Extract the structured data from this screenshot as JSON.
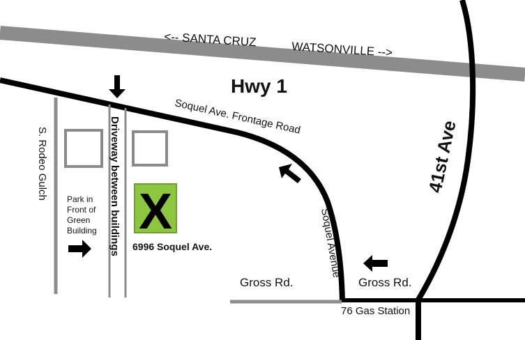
{
  "labels": {
    "santa_cruz": "<-- SANTA CRUZ",
    "watsonville": "WATSONVILLE -->",
    "hwy1": "Hwy 1",
    "frontage_road": "Soquel Ave. Frontage Road",
    "ave_41st": "41st Ave",
    "s_rodeo_gulch": "S. Rodeo Gulch",
    "driveway": "Driveway between buildings",
    "park_note": [
      "Park in",
      "Front of",
      "Green",
      "Building"
    ],
    "address": "6996 Soquel Ave.",
    "soquel_avenue": "Soquel Avenue",
    "gross_rd_left": "Gross Rd.",
    "gross_rd_right": "Gross Rd.",
    "gas_station": "76 Gas Station"
  },
  "destination": {
    "mark": "X",
    "fill_color": "#8dc63f",
    "stroke_color": "#6e9e32"
  },
  "colors": {
    "road_black": "#000000",
    "road_gray": "#8c8c8c",
    "building_gray": "#8a8a8a",
    "text": "#111111"
  },
  "icons": [
    "arrow-down-icon",
    "arrow-right-icon",
    "arrow-up-left-icon",
    "arrow-left-icon"
  ]
}
